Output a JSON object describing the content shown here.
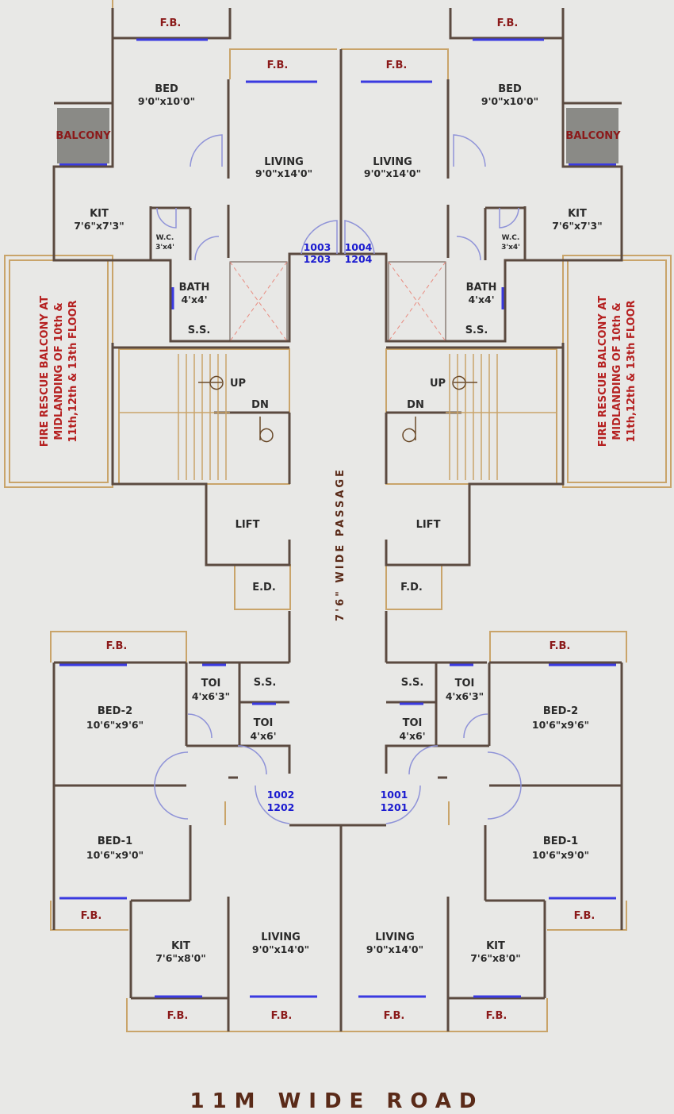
{
  "title": "Typical Floor Plan",
  "road_label": "11M WIDE ROAD",
  "passage_label": "7'6\" WIDE PASSAGE",
  "colors": {
    "background": "#e8e8e6",
    "wall": "#5b4a40",
    "balcony_line": "#c9a46a",
    "window": "#3a3ae0",
    "door_swing": "#8f93d8",
    "label_red": "#b52020",
    "unit_blue": "#1b1bd0"
  },
  "fire_balcony_left": [
    "FIRE RESCUE BALCONY AT",
    "MIDLANDING OF 10th &",
    "11th,12th & 13th FLOOR"
  ],
  "fire_balcony_right": [
    "FIRE RESCUE BALCONY AT",
    "MIDLANDING OF 10th &",
    "11th,12th & 13th FLOOR"
  ],
  "upper_left": {
    "fb_top": "F.B.",
    "fb_living": "F.B.",
    "bed_name": "BED",
    "bed_size": "9'0\"x10'0\"",
    "balcony": "BALCONY",
    "living_name": "LIVING",
    "living_size": "9'0\"x14'0\"",
    "kit_name": "KIT",
    "kit_size": "7'6\"x7'3\"",
    "wc_name": "W.C.",
    "wc_size": "3'x4'",
    "bath_name": "BATH",
    "bath_size": "4'x4'",
    "ss": "S.S.",
    "up": "UP",
    "dn": "DN",
    "lift": "LIFT",
    "duct": "E.D.",
    "unit_a": "1003",
    "unit_b": "1203"
  },
  "upper_right": {
    "fb_top": "F.B.",
    "fb_living": "F.B.",
    "bed_name": "BED",
    "bed_size": "9'0\"x10'0\"",
    "balcony": "BALCONY",
    "living_name": "LIVING",
    "living_size": "9'0\"x14'0\"",
    "kit_name": "KIT",
    "kit_size": "7'6\"x7'3\"",
    "wc_name": "W.C.",
    "wc_size": "3'x4'",
    "bath_name": "BATH",
    "bath_size": "4'x4'",
    "ss": "S.S.",
    "up": "UP",
    "dn": "DN",
    "lift": "LIFT",
    "duct": "F.D.",
    "unit_a": "1004",
    "unit_b": "1204"
  },
  "lower_left": {
    "fb_top": "F.B.",
    "fb_side": "F.B.",
    "fb_kit": "F.B.",
    "fb_living": "F.B.",
    "bed2_name": "BED-2",
    "bed2_size": "10'6\"x9'6\"",
    "toi1_name": "TOI",
    "toi1_size": "4'x6'3\"",
    "ss": "S.S.",
    "toi2_name": "TOI",
    "toi2_size": "4'x6'",
    "bed1_name": "BED-1",
    "bed1_size": "10'6\"x9'0\"",
    "kit_name": "KIT",
    "kit_size": "7'6\"x8'0\"",
    "living_name": "LIVING",
    "living_size": "9'0\"x14'0\"",
    "unit_a": "1002",
    "unit_b": "1202"
  },
  "lower_right": {
    "fb_top": "F.B.",
    "fb_side": "F.B.",
    "fb_kit": "F.B.",
    "fb_living": "F.B.",
    "bed2_name": "BED-2",
    "bed2_size": "10'6\"x9'6\"",
    "toi1_name": "TOI",
    "toi1_size": "4'x6'3\"",
    "ss": "S.S.",
    "toi2_name": "TOI",
    "toi2_size": "4'x6'",
    "bed1_name": "BED-1",
    "bed1_size": "10'6\"x9'0\"",
    "kit_name": "KIT",
    "kit_size": "7'6\"x8'0\"",
    "living_name": "LIVING",
    "living_size": "9'0\"x14'0\"",
    "unit_a": "1001",
    "unit_b": "1201"
  }
}
